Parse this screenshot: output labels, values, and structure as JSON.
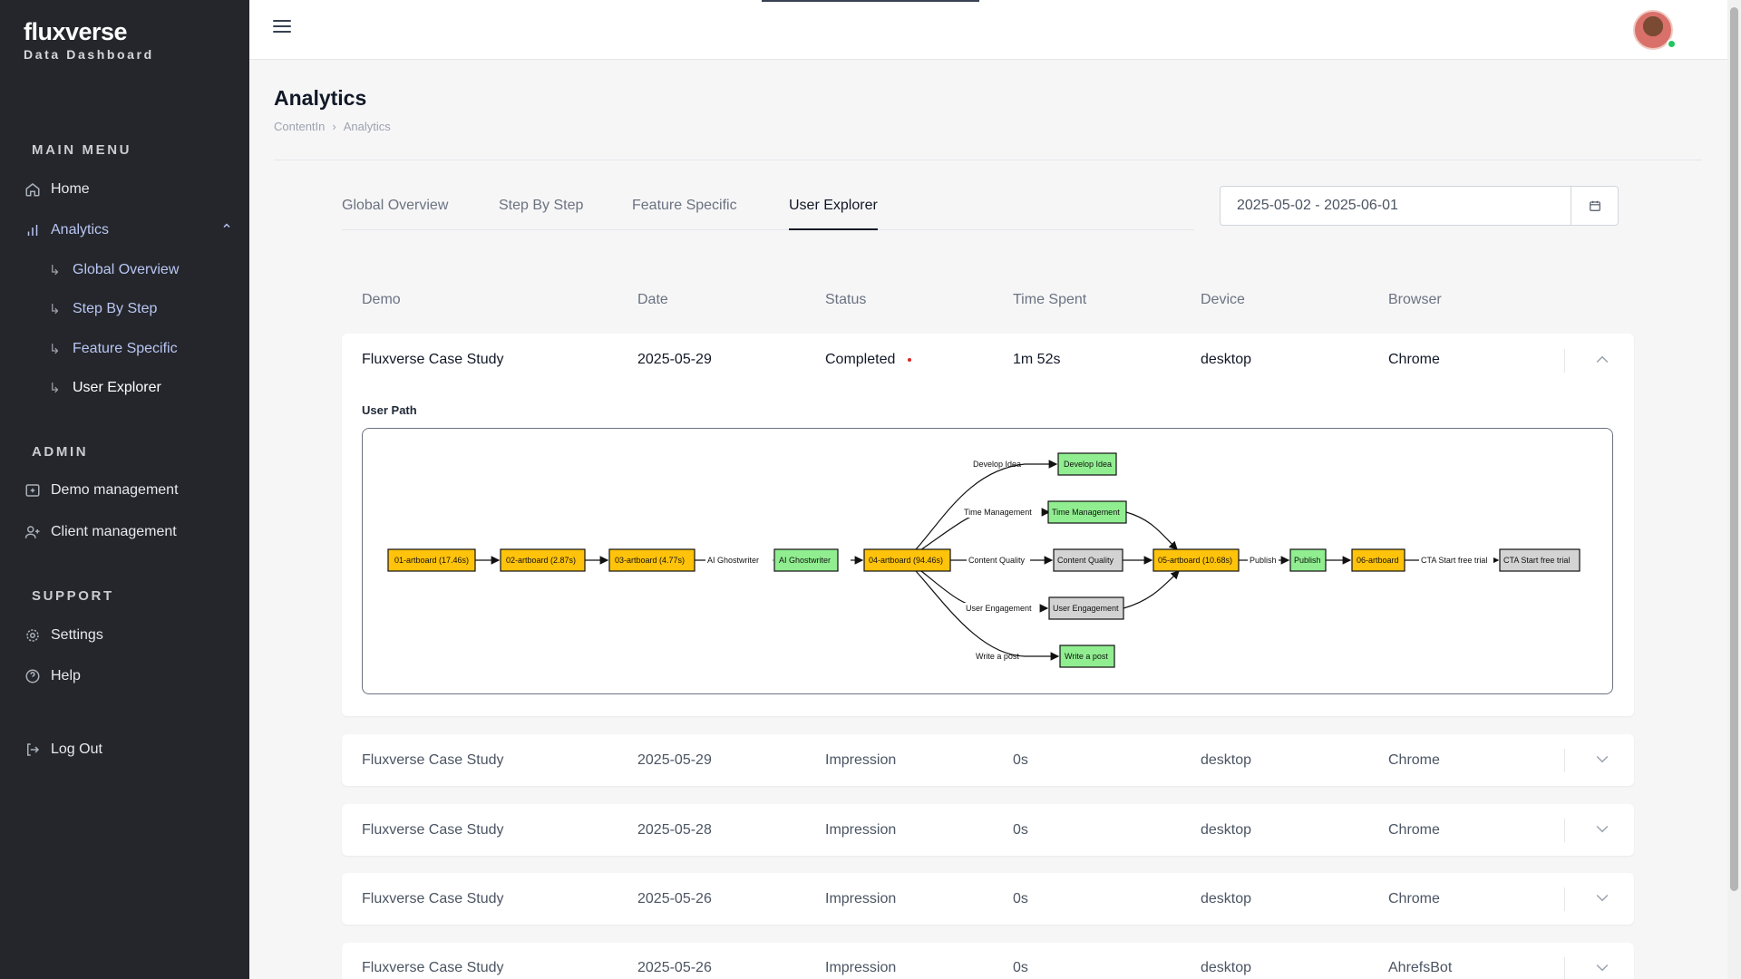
{
  "brand": {
    "name": "fluxverse",
    "subtitle": "Data Dashboard"
  },
  "sidebar": {
    "main_menu_title": "MAIN MENU",
    "home": "Home",
    "analytics": "Analytics",
    "analytics_sub": [
      "Global Overview",
      "Step By Step",
      "Feature Specific",
      "User Explorer"
    ],
    "admin_title": "ADMIN",
    "demo_mgmt": "Demo management",
    "client_mgmt": "Client management",
    "support_title": "SUPPORT",
    "settings": "Settings",
    "help": "Help",
    "logout": "Log Out"
  },
  "page": {
    "title": "Analytics",
    "breadcrumb": [
      "ContentIn",
      "Analytics"
    ]
  },
  "tabs": [
    "Global Overview",
    "Step By Step",
    "Feature Specific",
    "User Explorer"
  ],
  "active_tab": "User Explorer",
  "date_range": "2025-05-02 - 2025-06-01",
  "table": {
    "headers": [
      "Demo",
      "Date",
      "Status",
      "Time Spent",
      "Device",
      "Browser"
    ],
    "rows": [
      {
        "demo": "Fluxverse Case Study",
        "date": "2025-05-29",
        "status": "Completed",
        "time": "1m 52s",
        "device": "desktop",
        "browser": "Chrome",
        "expanded": true
      },
      {
        "demo": "Fluxverse Case Study",
        "date": "2025-05-29",
        "status": "Impression",
        "time": "0s",
        "device": "desktop",
        "browser": "Chrome"
      },
      {
        "demo": "Fluxverse Case Study",
        "date": "2025-05-28",
        "status": "Impression",
        "time": "0s",
        "device": "desktop",
        "browser": "Chrome"
      },
      {
        "demo": "Fluxverse Case Study",
        "date": "2025-05-26",
        "status": "Impression",
        "time": "0s",
        "device": "desktop",
        "browser": "Chrome"
      },
      {
        "demo": "Fluxverse Case Study",
        "date": "2025-05-26",
        "status": "Impression",
        "time": "0s",
        "device": "desktop",
        "browser": "AhrefsBot"
      }
    ]
  },
  "user_path": {
    "label": "User Path",
    "nodes": {
      "a1": "01-artboard (17.46s)",
      "a2": "02-artboard (2.87s)",
      "a3": "03-artboard (4.77s)",
      "ghost": "AI Ghostwriter",
      "a4": "04-artboard (94.46s)",
      "develop": "Develop Idea",
      "time": "Time Management",
      "content": "Content Quality",
      "engage": "User Engagement",
      "write": "Write a post",
      "a5": "05-artboard (10.68s)",
      "publish": "Publish",
      "a6": "06-artboard",
      "cta": "CTA Start free trial"
    },
    "edges": {
      "ghost": "AI Ghostwriter",
      "develop": "Develop Idea",
      "time": "Time Management",
      "content": "Content Quality",
      "engage": "User Engagement",
      "write": "Write a post",
      "publish": "Publish",
      "cta": "CTA Start free trial"
    },
    "colors": {
      "artboard": "#ffc30b",
      "feature": "#90ee90",
      "neutral": "#d3d3d3"
    }
  }
}
